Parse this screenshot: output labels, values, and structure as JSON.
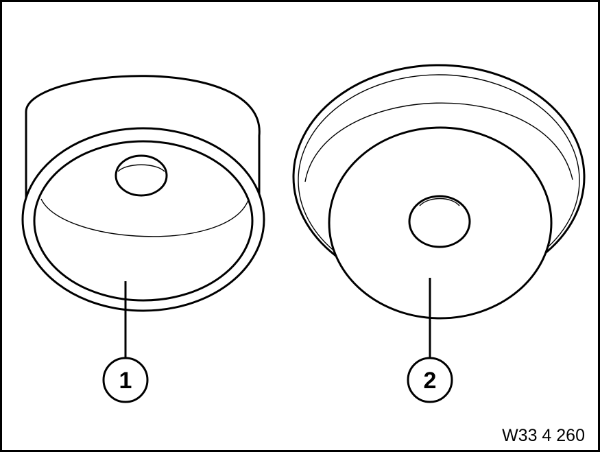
{
  "diagram": {
    "callouts": [
      {
        "label": "1"
      },
      {
        "label": "2"
      }
    ],
    "figure_code": "W33 4 260"
  }
}
